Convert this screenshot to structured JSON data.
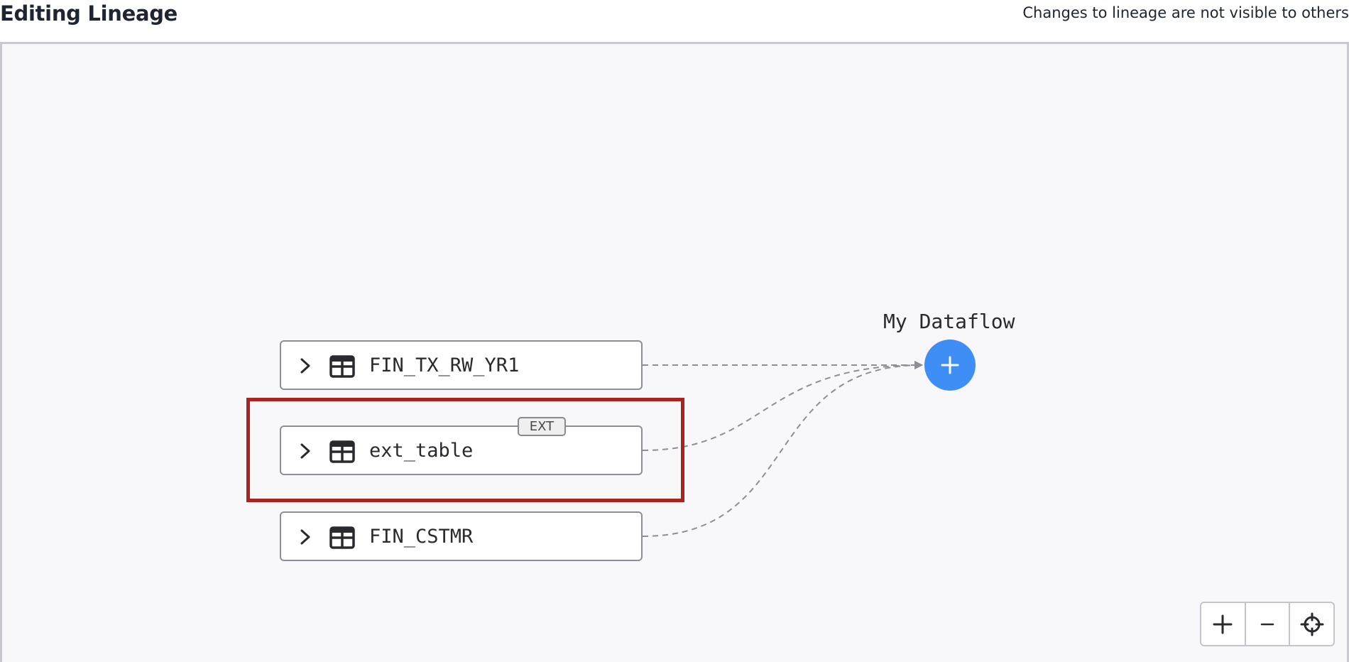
{
  "header": {
    "title": "Editing Lineage",
    "notice": "Changes to lineage are not visible to others"
  },
  "nodes": [
    {
      "label": "FIN_TX_RW_YR1",
      "icon": "table-icon",
      "expand_icon": "chevron-right-icon"
    },
    {
      "label": "ext_table",
      "icon": "table-icon",
      "expand_icon": "chevron-right-icon",
      "badge": "EXT",
      "highlighted": true
    },
    {
      "label": "FIN_CSTMR",
      "icon": "table-icon",
      "expand_icon": "chevron-right-icon"
    }
  ],
  "dataflow": {
    "label": "My Dataflow",
    "icon": "plus-icon",
    "color": "#3f8ef5"
  },
  "zoom_controls": {
    "zoom_in_icon": "plus-icon",
    "zoom_out_icon": "minus-icon",
    "fit_icon": "crosshair-icon"
  },
  "colors": {
    "highlight": "#a8251f",
    "edge": "#8e8e96"
  }
}
